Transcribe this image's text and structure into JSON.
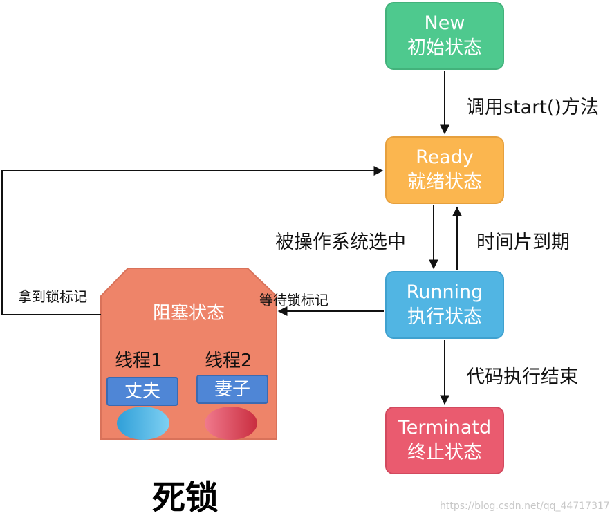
{
  "states": {
    "new": {
      "line1": "New",
      "line2": "初始状态",
      "color": "#4ec98e"
    },
    "ready": {
      "line1": "Ready",
      "line2": "就绪状态",
      "color": "#fbb64f"
    },
    "running": {
      "line1": "Running",
      "line2": "执行状态",
      "color": "#51b5e3"
    },
    "terminated": {
      "line1": "Terminatd",
      "line2": "终止状态",
      "color": "#ea5b6f"
    }
  },
  "transitions": {
    "call_start": "调用start()方法",
    "selected_by_os": "被操作系统选中",
    "time_slice_expired": "时间片到期",
    "code_finished": "代码执行结束",
    "wait_lock": "等待锁标记",
    "got_lock": "拿到锁标记"
  },
  "blocked": {
    "title": "阻塞状态",
    "color": "#ee8469",
    "thread1": {
      "label": "线程1",
      "name": "丈夫"
    },
    "thread2": {
      "label": "线程2",
      "name": "妻子"
    }
  },
  "deadlock_title": "死锁",
  "watermark": "https://blog.csdn.net/qq_44717317"
}
